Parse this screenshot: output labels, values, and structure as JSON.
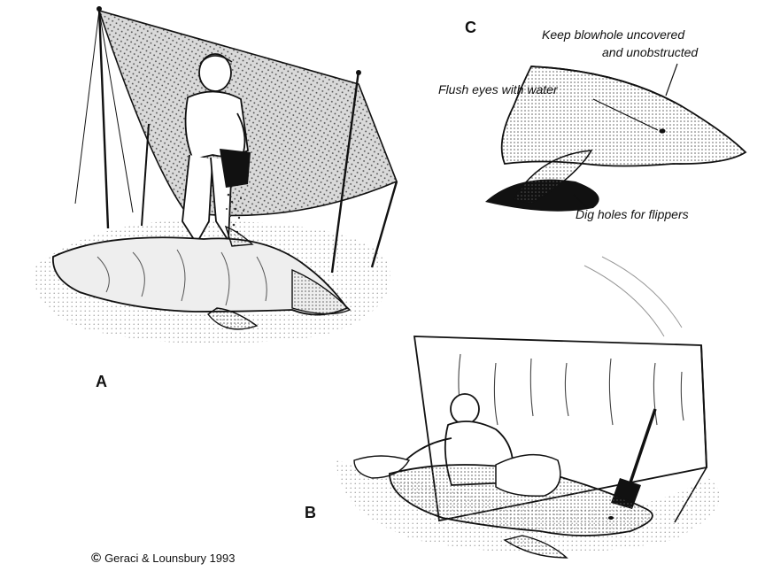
{
  "panels": {
    "a": {
      "letter": "A"
    },
    "b": {
      "letter": "B"
    },
    "c": {
      "letter": "C",
      "annotations": {
        "blowhole_line1": "Keep blowhole uncovered",
        "blowhole_line2": "and unobstructed",
        "eyes": "Flush eyes with water",
        "flippers": "Dig holes for flippers"
      }
    }
  },
  "credit": {
    "symbol": "©",
    "text": "Geraci & Lounsbury 1993"
  },
  "colors": {
    "ink": "#111111",
    "stipple": "#9a9a9a",
    "paper": "#ffffff"
  }
}
